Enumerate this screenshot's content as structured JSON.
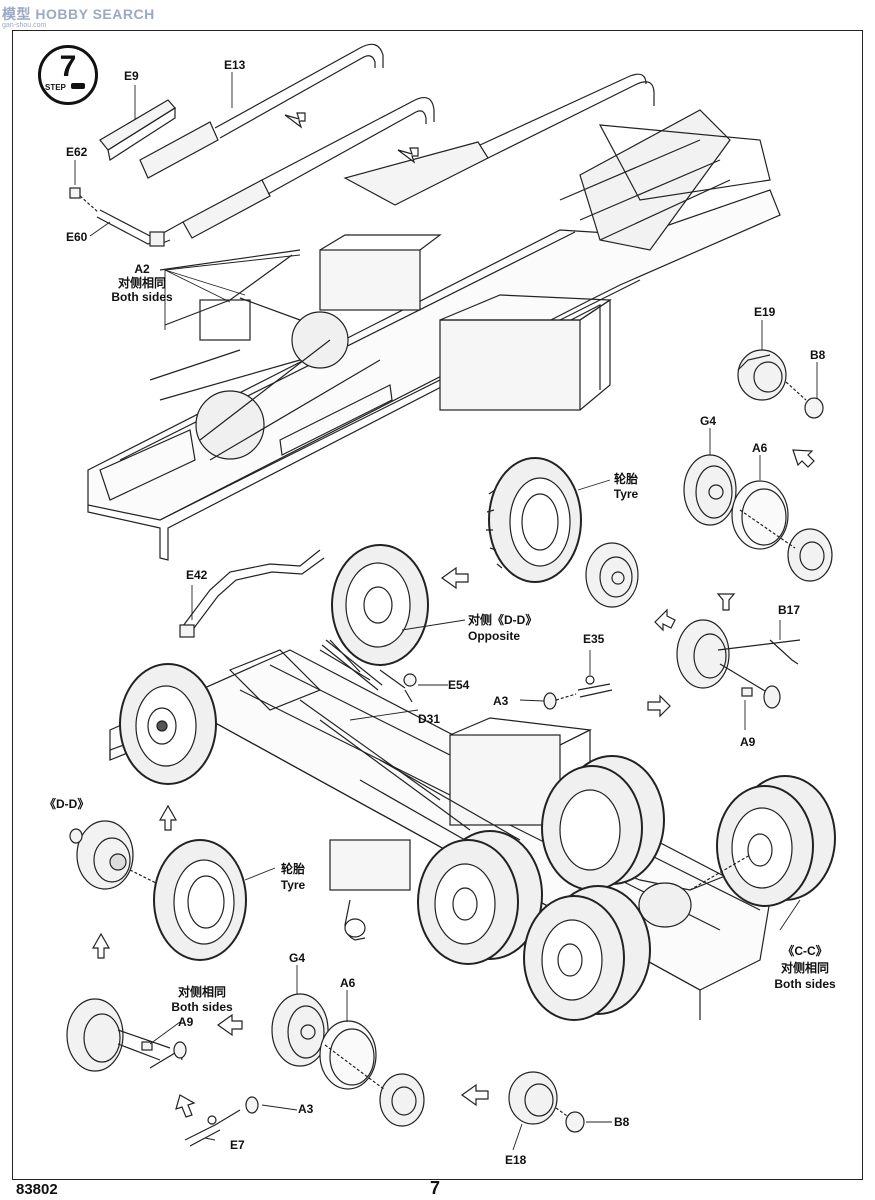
{
  "watermark": {
    "line1": "模型 HOBBY SEARCH",
    "line2": "gan-shou.com"
  },
  "step": {
    "number": "7",
    "label": "STEP"
  },
  "labels": {
    "e9": "E9",
    "e13": "E13",
    "e62": "E62",
    "e60": "E60",
    "a2": "A2",
    "both_sides_cn": "对侧相同",
    "both_sides_en": "Both sides",
    "e19": "E19",
    "b8": "B8",
    "g4": "G4",
    "a6": "A6",
    "tyre_cn": "轮胎",
    "tyre_en": "Tyre",
    "e42": "E42",
    "opposite_cn": "对侧《D-D》",
    "opposite_en": "Opposite",
    "e35": "E35",
    "a3": "A3",
    "e54": "E54",
    "d31": "D31",
    "b17": "B17",
    "a9": "A9",
    "dd": "《D-D》",
    "cc": "《C-C》",
    "e7": "E7",
    "e18": "E18"
  },
  "footer": {
    "model_number": "83802",
    "page": "7"
  }
}
